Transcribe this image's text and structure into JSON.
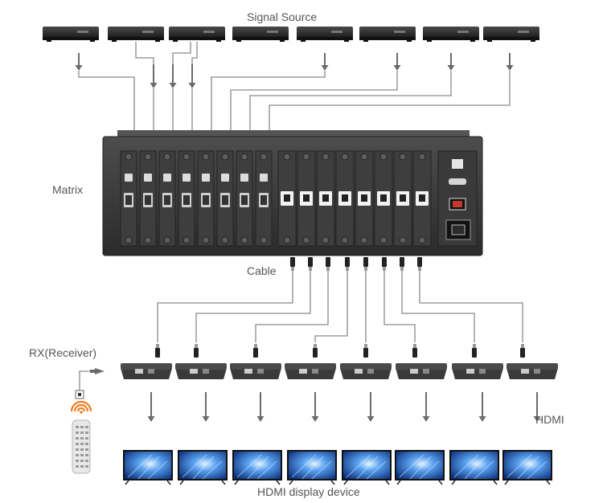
{
  "labels": {
    "signal_source": "Signal Source",
    "matrix": "Matrix",
    "cable": "Cable",
    "rx": "RX(Receiver)",
    "hdmi": "HDMI",
    "display": "HDMI display device"
  },
  "counts": {
    "sources": 8,
    "hdmi_inputs": 8,
    "cat_outputs": 8,
    "receivers": 8,
    "displays": 8
  },
  "colors": {
    "wire": "#8a8a8a",
    "device": "#2a2a2a",
    "chassis": "#3a3a3a",
    "remote_wifi": "#f07b1f",
    "screen": "#2f6fd1"
  }
}
